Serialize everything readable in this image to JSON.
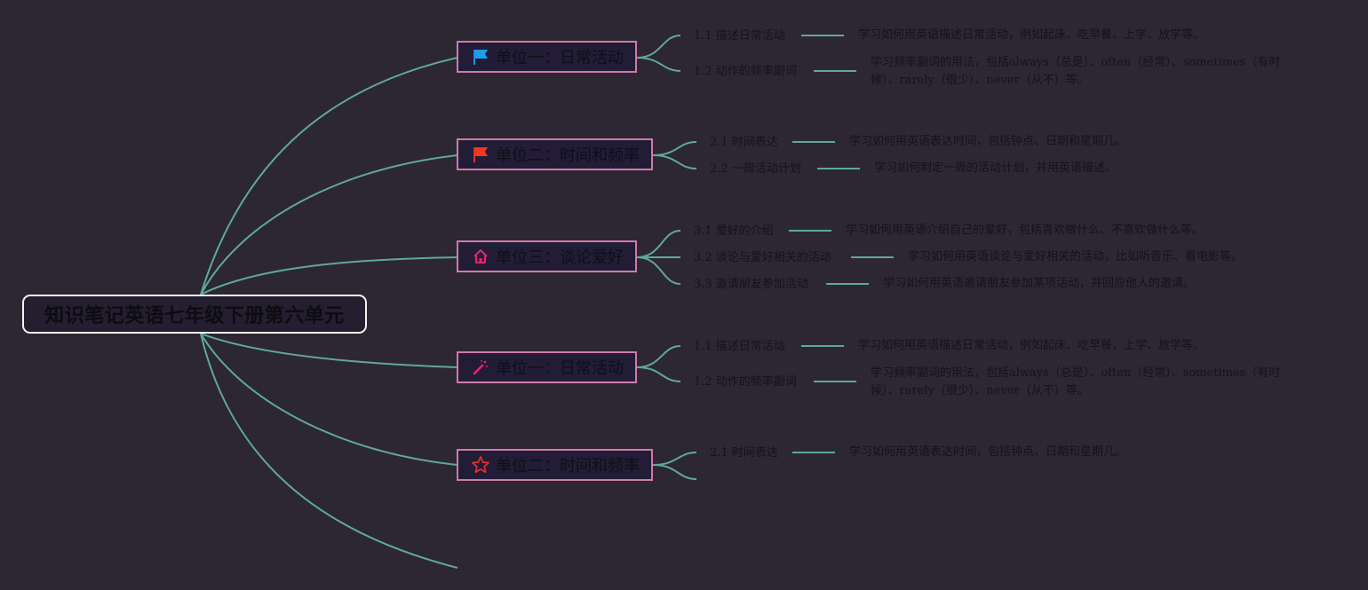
{
  "root": {
    "title": "知识笔记英语七年级下册第六单元"
  },
  "colors": {
    "background": "#2d2733",
    "connector": "#5fa89c",
    "branch_border": "#d17aa8"
  },
  "branches": [
    {
      "label": "单位一：日常活动",
      "icon": "blue-flag-icon",
      "children": [
        {
          "label": "1.1 描述日常活动",
          "desc": "学习如何用英语描述日常活动，例如起床、吃早餐、上学、放学等。"
        },
        {
          "label": "1.2 动作的频率副词",
          "desc": "学习频率副词的用法，包括always（总是）、often（经常）、sometimes（有时候）、rarely（很少）、never（从不）等。"
        }
      ]
    },
    {
      "label": "单位二：时间和频率",
      "icon": "red-flag-icon",
      "children": [
        {
          "label": "2.1 时间表达",
          "desc": "学习如何用英语表达时间，包括钟点、日期和星期几。"
        },
        {
          "label": "2.2 一周活动计划",
          "desc": "学习如何制定一周的活动计划，并用英语描述。"
        }
      ]
    },
    {
      "label": "单位三：谈论爱好",
      "icon": "home-icon",
      "children": [
        {
          "label": "3.1 爱好的介绍",
          "desc": "学习如何用英语介绍自己的爱好，包括喜欢做什么、不喜欢做什么等。"
        },
        {
          "label": "3.2 谈论与爱好相关的活动",
          "desc": "学习如何用英语谈论与爱好相关的活动，比如听音乐、看电影等。"
        },
        {
          "label": "3.3 邀请朋友参加活动",
          "desc": "学习如何用英语邀请朋友参加某项活动，并回应他人的邀请。"
        }
      ]
    },
    {
      "label": "单位一：日常活动",
      "icon": "magic-wand-icon",
      "children": [
        {
          "label": "1.1 描述日常活动",
          "desc": "学习如何用英语描述日常活动，例如起床、吃早餐、上学、放学等。"
        },
        {
          "label": "1.2 动作的频率副词",
          "desc": "学习频率副词的用法，包括always（总是）、often（经常）、sometimes（有时候）、rarely（很少）、never（从不）等。"
        }
      ]
    },
    {
      "label": "单位二：时间和频率",
      "icon": "star-icon",
      "children": [
        {
          "label": "2.1 时间表达",
          "desc": "学习如何用英语表达时间，包括钟点、日期和星期几。"
        }
      ]
    }
  ]
}
